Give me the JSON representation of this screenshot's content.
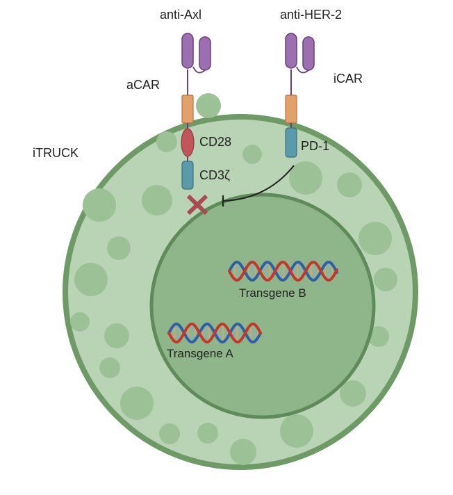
{
  "labels": {
    "cell": "iTRUCK",
    "acar": "aCAR",
    "icar": "iCAR",
    "acar_target": "anti-Axl",
    "icar_target": "anti-HER-2",
    "cd28": "CD28",
    "cd3z": "CD3ζ",
    "pd1": "PD-1",
    "transgene_a": "Transgene A",
    "transgene_b": "Transgene B"
  },
  "colors": {
    "cell_fill": "#b9d4b4",
    "cell_border": "#6e9a66",
    "nucleus_fill": "#8fb58a",
    "nucleus_border": "#5f8a5a",
    "vesicle": "#9dc197",
    "scfv": "#9c6fb0",
    "hinge": "#e2a06a",
    "cd28": "#c0565a",
    "cd3z": "#5b9aaa",
    "pd1": "#5b9aaa",
    "block": "#a94a52",
    "dna_red": "#c0392b",
    "dna_blue": "#2f5fa5"
  },
  "icons": [
    "inhibition-arrow-icon",
    "block-x-icon",
    "dna-icon"
  ]
}
